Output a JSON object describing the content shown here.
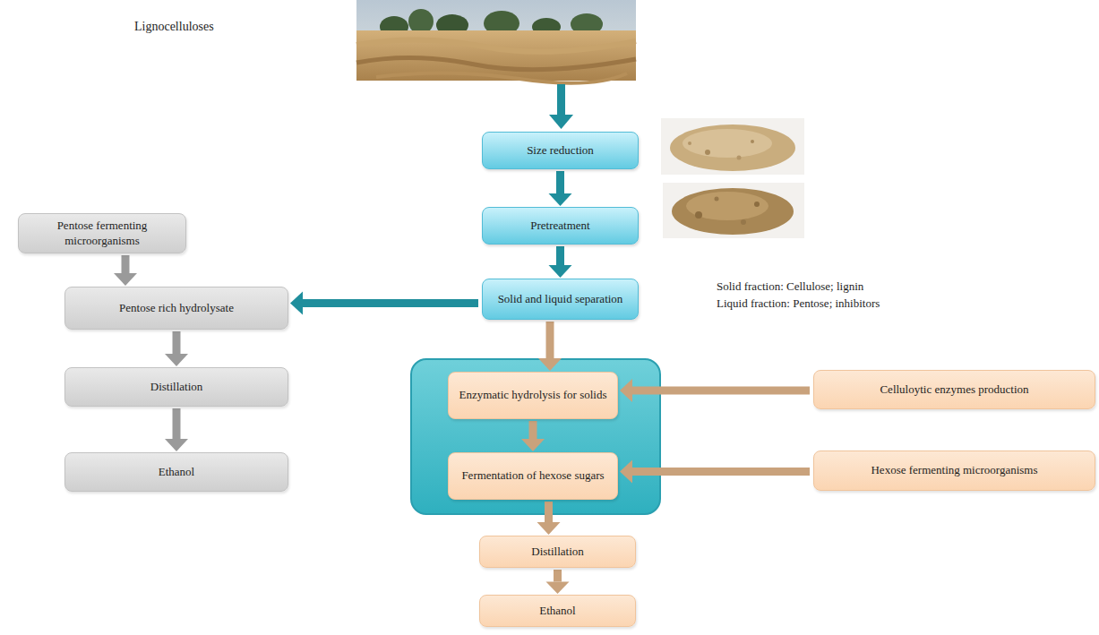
{
  "diagram": {
    "nodes": [
      {
        "text": [
          "Size reduction"
        ]
      },
      {
        "text": [
          "Pretreatment"
        ]
      },
      {
        "text": [
          "Solid and liquid separation"
        ]
      },
      {
        "text": [
          "Enzymatic hydrolysis for solids"
        ]
      },
      {
        "text": [
          "Fermentation of hexose sugars"
        ]
      },
      {
        "text": [
          "Distillation"
        ]
      },
      {
        "text": [
          "Ethanol"
        ]
      },
      {
        "text": [
          "Celluloytic enzymes production"
        ]
      },
      {
        "text": [
          "Hexose fermenting microorganisms"
        ]
      },
      {
        "text": [
          "Pentose fermenting microorganisms"
        ]
      },
      {
        "text": [
          "Pentose rich hydrolysate"
        ]
      },
      {
        "text": [
          "Distillation"
        ]
      },
      {
        "text": [
          "Ethanol"
        ]
      }
    ],
    "edges": [
      {
        "from": 0,
        "to": 1,
        "arrow": "to"
      },
      {
        "from": 1,
        "to": 2,
        "arrow": "to"
      },
      {
        "from": 2,
        "to": 10,
        "arrow": "to"
      },
      {
        "from": 2,
        "to": 3,
        "arrow": "to"
      },
      {
        "from": 3,
        "to": 4,
        "arrow": "to"
      },
      {
        "from": 4,
        "to": 5,
        "arrow": "to"
      },
      {
        "from": 5,
        "to": 6,
        "arrow": "to"
      },
      {
        "from": 7,
        "to": 3,
        "arrow": "to"
      },
      {
        "from": 8,
        "to": 4,
        "arrow": "to"
      },
      {
        "from": 9,
        "to": 10,
        "arrow": "to"
      },
      {
        "from": 10,
        "to": 11,
        "arrow": "to"
      },
      {
        "from": 11,
        "to": 12,
        "arrow": "to"
      }
    ],
    "labels": [
      "Lignocelluloses",
      "Solid fraction: Cellulose; lignin",
      "Liquid fraction: Pentose; inhibitors"
    ]
  }
}
